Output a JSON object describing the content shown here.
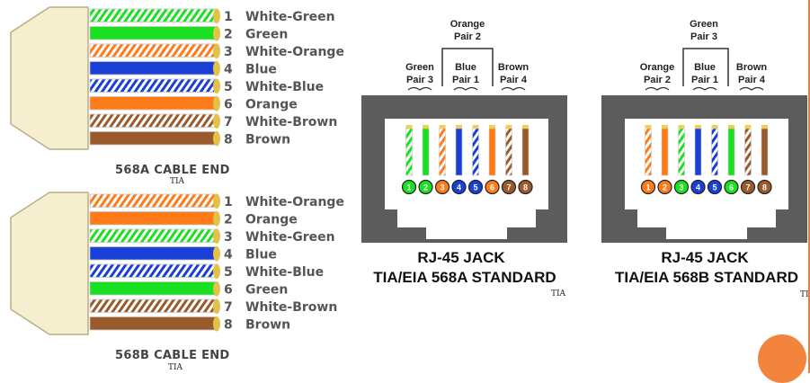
{
  "colors": {
    "white": "#ffffff",
    "green": "#19e020",
    "orange": "#ff7b1a",
    "blue": "#1a3fd6",
    "brown": "#9a5a2c",
    "jack_border": "#5c5c5c",
    "jack_fill": "#ffffff",
    "plug_body": "#f5efcf",
    "accent_orange": "#f2843e"
  },
  "cable_568a": {
    "caption": "568A CABLE END",
    "sub": "TIA",
    "pins": [
      {
        "num": "1",
        "label": "White-Green",
        "color": "green",
        "striped": true
      },
      {
        "num": "2",
        "label": "Green",
        "color": "green",
        "striped": false
      },
      {
        "num": "3",
        "label": "White-Orange",
        "color": "orange",
        "striped": true
      },
      {
        "num": "4",
        "label": "Blue",
        "color": "blue",
        "striped": false
      },
      {
        "num": "5",
        "label": "White-Blue",
        "color": "blue",
        "striped": true
      },
      {
        "num": "6",
        "label": "Orange",
        "color": "orange",
        "striped": false
      },
      {
        "num": "7",
        "label": "White-Brown",
        "color": "brown",
        "striped": true
      },
      {
        "num": "8",
        "label": "Brown",
        "color": "brown",
        "striped": false
      }
    ]
  },
  "cable_568b": {
    "caption": "568B CABLE END",
    "sub": "TIA",
    "pins": [
      {
        "num": "1",
        "label": "White-Orange",
        "color": "orange",
        "striped": true
      },
      {
        "num": "2",
        "label": "Orange",
        "color": "orange",
        "striped": false
      },
      {
        "num": "3",
        "label": "White-Green",
        "color": "green",
        "striped": true
      },
      {
        "num": "4",
        "label": "Blue",
        "color": "blue",
        "striped": false
      },
      {
        "num": "5",
        "label": "White-Blue",
        "color": "blue",
        "striped": true
      },
      {
        "num": "6",
        "label": "Green",
        "color": "green",
        "striped": false
      },
      {
        "num": "7",
        "label": "White-Brown",
        "color": "brown",
        "striped": true
      },
      {
        "num": "8",
        "label": "Brown",
        "color": "brown",
        "striped": false
      }
    ]
  },
  "jack_568a": {
    "title": "RJ-45 JACK",
    "subtitle": "TIA/EIA 568A STANDARD",
    "sub": "TIA",
    "top_pair": [
      "Orange",
      "Pair 2"
    ],
    "left_pair": [
      "Green",
      "Pair 3"
    ],
    "mid_pair": [
      "Blue",
      "Pair 1"
    ],
    "right_pair": [
      "Brown",
      "Pair 4"
    ],
    "wires": [
      {
        "num": "1",
        "color": "green",
        "striped": true
      },
      {
        "num": "2",
        "color": "green",
        "striped": false
      },
      {
        "num": "3",
        "color": "orange",
        "striped": true
      },
      {
        "num": "4",
        "color": "blue",
        "striped": false
      },
      {
        "num": "5",
        "color": "blue",
        "striped": true
      },
      {
        "num": "6",
        "color": "orange",
        "striped": false
      },
      {
        "num": "7",
        "color": "brown",
        "striped": true
      },
      {
        "num": "8",
        "color": "brown",
        "striped": false
      }
    ]
  },
  "jack_568b": {
    "title": "RJ-45 JACK",
    "subtitle": "TIA/EIA 568B STANDARD",
    "sub": "TI",
    "top_pair": [
      "Green",
      "Pair 3"
    ],
    "left_pair": [
      "Orange",
      "Pair 2"
    ],
    "mid_pair": [
      "Blue",
      "Pair 1"
    ],
    "right_pair": [
      "Brown",
      "Pair 4"
    ],
    "wires": [
      {
        "num": "1",
        "color": "orange",
        "striped": true
      },
      {
        "num": "2",
        "color": "orange",
        "striped": false
      },
      {
        "num": "3",
        "color": "green",
        "striped": true
      },
      {
        "num": "4",
        "color": "blue",
        "striped": false
      },
      {
        "num": "5",
        "color": "blue",
        "striped": true
      },
      {
        "num": "6",
        "color": "green",
        "striped": false
      },
      {
        "num": "7",
        "color": "brown",
        "striped": true
      },
      {
        "num": "8",
        "color": "brown",
        "striped": false
      }
    ]
  }
}
